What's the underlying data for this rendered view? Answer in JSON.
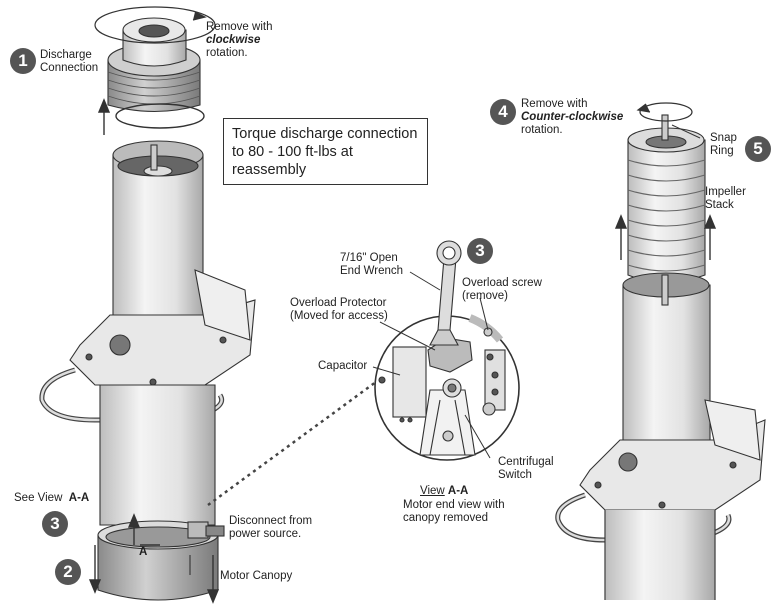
{
  "labels": {
    "discharge": "Discharge\nConnection",
    "remove_cw_line1": "Remove with",
    "remove_cw_word": "clockwise",
    "remove_cw_line3": "rotation.",
    "torque": "Torque discharge connection to 80 - 100 ft-lbs at reassembly",
    "remove_ccw_line1": "Remove with",
    "remove_ccw_word": "Counter-clockwise",
    "remove_ccw_line3": "rotation.",
    "snap_ring": "Snap\nRing",
    "impeller_stack": "Impeller\nStack",
    "wrench": "7/16\" Open\nEnd Wrench",
    "overload_screw": "Overload screw\n(remove)",
    "overload_protector": "Overload Protector\n(Moved for access)",
    "capacitor": "Capacitor",
    "centrifugal": "Centrifugal\nSwitch",
    "view_word": "View",
    "view_aa": "A-A",
    "motor_end": "Motor end view with\ncanopy removed",
    "see_view": "See View",
    "see_view_aa": "A-A",
    "section_a": "A",
    "disconnect": "Disconnect from\npower source.",
    "motor_canopy": "Motor Canopy"
  },
  "steps": {
    "s1": "1",
    "s2": "2",
    "s3a": "3",
    "s3b": "3",
    "s4": "4",
    "s5": "5"
  },
  "colors": {
    "badge": "#555555",
    "line": "#333333",
    "metal_light": "#e6e6e6",
    "metal_dark": "#9a9a9a"
  }
}
